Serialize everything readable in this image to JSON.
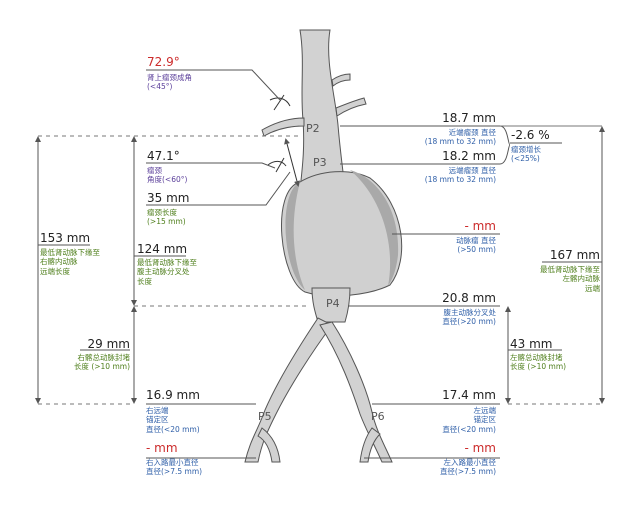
{
  "segments": {
    "p2": "P2",
    "p3": "P3",
    "p4": "P4",
    "p5": "P5",
    "p6": "P6"
  },
  "measurements": {
    "suprarenal_angle": {
      "value": "72.9°",
      "label_line1": "肾上瘤颈成角",
      "label_line2": "(<45°)"
    },
    "neck_angle": {
      "value": "47.1°",
      "label_line1": "瘤颈",
      "label_line2": "角度(<60°)"
    },
    "neck_length": {
      "value": "35 mm",
      "label_line1": "瘤颈长度",
      "label_line2": "(>15 mm)"
    },
    "proximal_neck_diameter": {
      "value": "18.7 mm",
      "label_line1": "近端瘤颈 直径",
      "label_line2": "(18 mm to 32 mm)"
    },
    "distal_neck_diameter": {
      "value": "18.2 mm",
      "label_line1": "远端瘤颈 直径",
      "label_line2": "(18 mm to 32 mm)"
    },
    "neck_growth": {
      "value": "-2.6 %",
      "label_line1": "瘤颈增长",
      "label_line2": "(<25%)"
    },
    "aneurysm_diameter": {
      "value": "- mm",
      "label_line1": "动脉瘤 直径",
      "label_line2": "(>50 mm)"
    },
    "renal_to_right_internal_iliac": {
      "value": "153 mm",
      "label_line1": "最低肾动脉下缘至",
      "label_line2": "右髂内动脉",
      "label_line3": "远端长度"
    },
    "renal_to_aortic_bifurcation": {
      "value": "124 mm",
      "label_line1": "最低肾动脉下缘至",
      "label_line2": "腹主动脉分叉处",
      "label_line3": "长度"
    },
    "renal_to_left_internal_iliac": {
      "value": "167 mm",
      "label_line1": "最低肾动脉下缘至",
      "label_line2": "左髂内动脉",
      "label_line3": "远端"
    },
    "aortic_bifurcation_diameter": {
      "value": "20.8 mm",
      "label_line1": "腹主动脉分叉处",
      "label_line2": "直径(>20 mm)"
    },
    "right_common_iliac_seal_length": {
      "value": "29 mm",
      "label_line1": "右髂总动脉封堵",
      "label_line2": "长度 (>10 mm)"
    },
    "left_common_iliac_seal_length": {
      "value": "43 mm",
      "label_line1": "左髂总动脉封堵",
      "label_line2": "长度 (>10 mm)"
    },
    "right_distal_landing_diameter": {
      "value": "16.9 mm",
      "label_line1": "右远端",
      "label_line2": "锚定区",
      "label_line3": "直径(<20 mm)"
    },
    "left_distal_landing_diameter": {
      "value": "17.4 mm",
      "label_line1": "左远端",
      "label_line2": "锚定区",
      "label_line3": "直径(<20 mm)"
    },
    "right_access_min_diameter": {
      "value": "- mm",
      "label_line1": "右入路最小直径",
      "label_line2": "直径(>7.5 mm)"
    },
    "left_access_min_diameter": {
      "value": "- mm",
      "label_line1": "左入路最小直径",
      "label_line2": "直径(>7.5 mm)"
    }
  },
  "colors": {
    "vessel": "#d2d2d2",
    "aneurysm": "#d0d0d0",
    "aneurysm_shadow": "#a9a9a9",
    "line": "#444444",
    "value_red": "#cc2b2b",
    "label_green": "#4f7f1c",
    "label_blue": "#2f5fa8",
    "label_purple": "#5b3f9a"
  }
}
